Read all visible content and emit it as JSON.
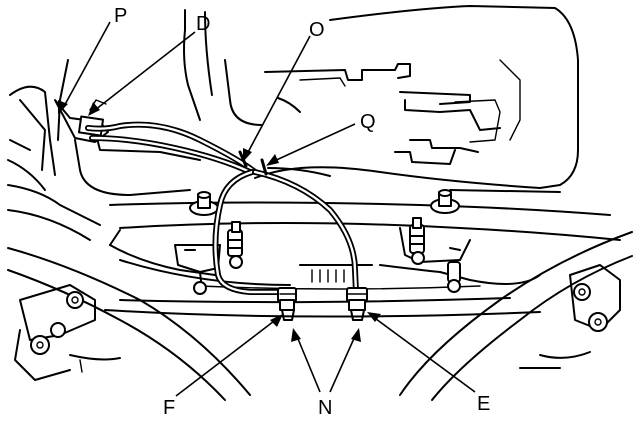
{
  "diagram": {
    "callouts": [
      {
        "id": "P",
        "label": "P"
      },
      {
        "id": "D",
        "label": "D"
      },
      {
        "id": "O",
        "label": "O"
      },
      {
        "id": "Q",
        "label": "Q"
      },
      {
        "id": "F",
        "label": "F"
      },
      {
        "id": "N",
        "label": "N"
      },
      {
        "id": "E",
        "label": "E"
      }
    ]
  }
}
